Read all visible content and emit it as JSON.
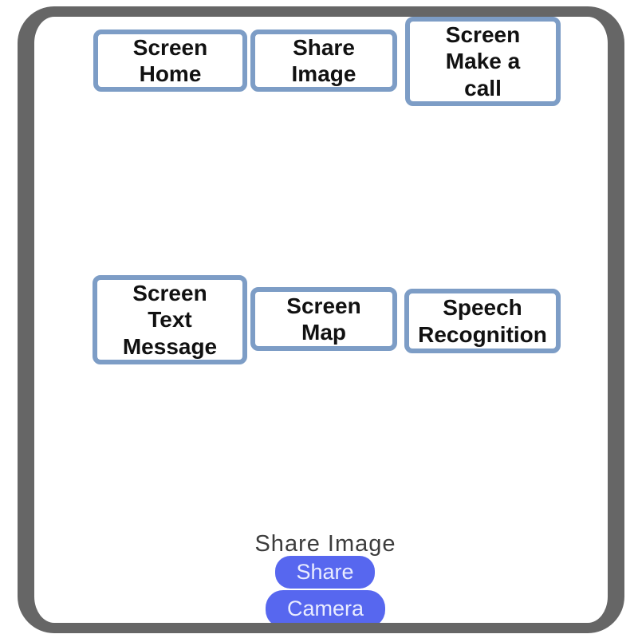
{
  "canvas": {
    "background": "#ffffff",
    "frame_color": "#666666"
  },
  "nav_boxes": [
    {
      "name": "screen-home",
      "label": "Screen\nHome"
    },
    {
      "name": "share-image",
      "label": "Share\nImage"
    },
    {
      "name": "screen-make-a-call",
      "label": "Screen\nMake a\ncall"
    },
    {
      "name": "screen-text-message",
      "label": "Screen\nText\nMessage"
    },
    {
      "name": "screen-map",
      "label": "Screen\nMap"
    },
    {
      "name": "speech-recognition",
      "label": "Speech\nRecognition"
    }
  ],
  "share_section": {
    "title": "Share Image",
    "share_button_label": "Share",
    "camera_button_label": "Camera"
  },
  "colors": {
    "box_border": "#7d9dc6",
    "box_text": "#111111",
    "title_text": "#3c3c3c",
    "pill_bg": "#5767ef",
    "pill_text": "#e9ecff"
  }
}
